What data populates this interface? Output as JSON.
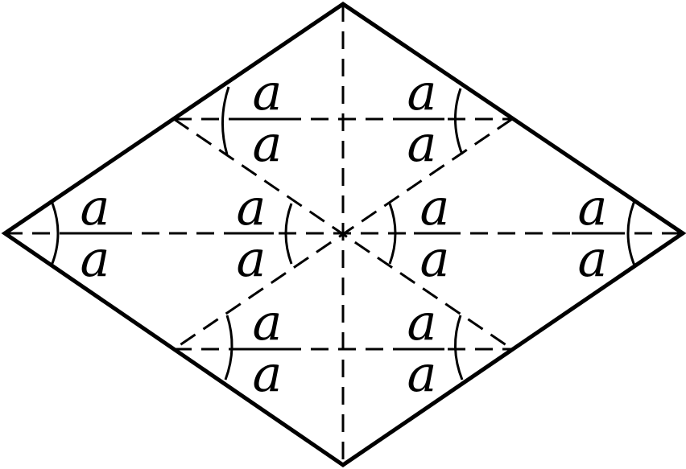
{
  "fractions": [
    {
      "num": "a",
      "den": "a"
    },
    {
      "num": "a",
      "den": "a"
    },
    {
      "num": "a",
      "den": "a"
    },
    {
      "num": "a",
      "den": "a"
    },
    {
      "num": "a",
      "den": "a"
    },
    {
      "num": "a",
      "den": "a"
    },
    {
      "num": "a",
      "den": "a"
    },
    {
      "num": "a",
      "den": "a"
    }
  ]
}
